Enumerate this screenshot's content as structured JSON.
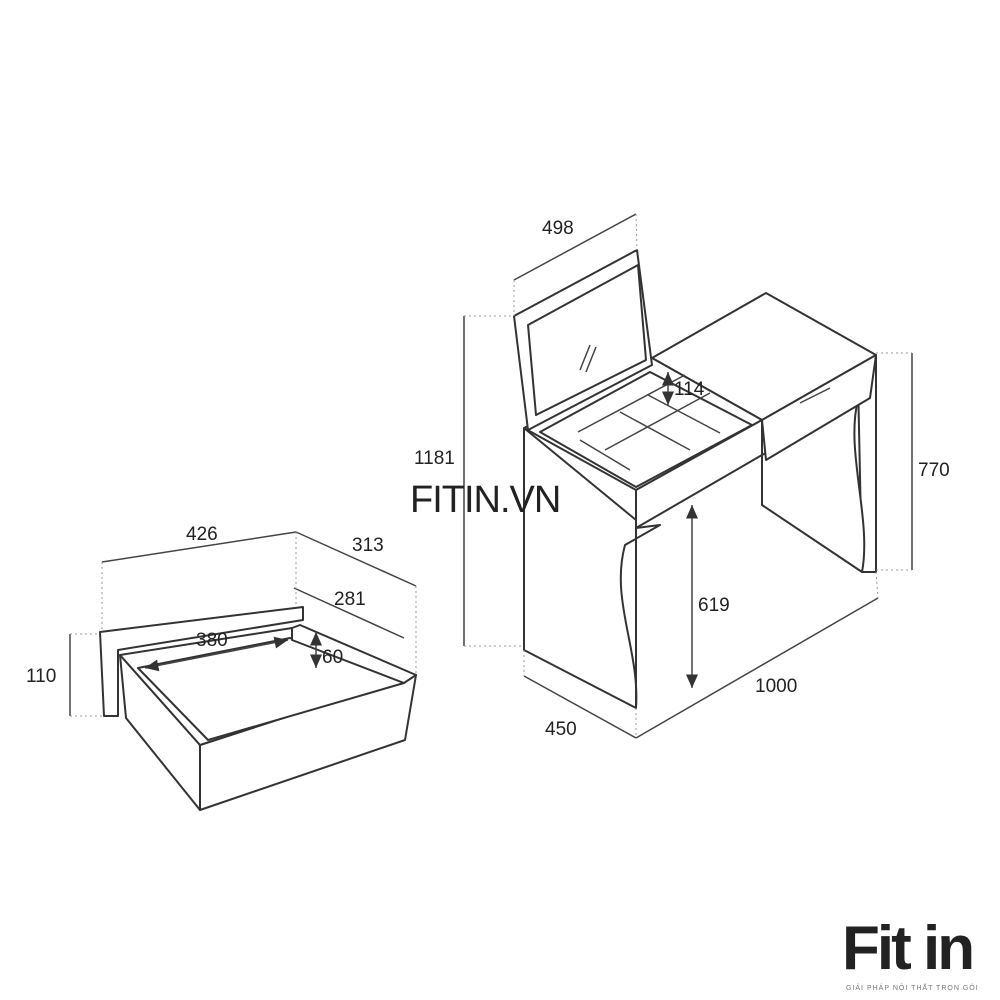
{
  "drawer_dimensions": {
    "width": "426",
    "depth": "313",
    "inner_depth": "281",
    "inner_width": "380",
    "inner_height": "60",
    "height": "110"
  },
  "table_dimensions": {
    "mirror_width": "498",
    "compartment_depth": "114",
    "total_height_open": "1181",
    "table_height": "770",
    "leg_clearance": "619",
    "length": "1000",
    "depth": "450"
  },
  "watermark": "FITIN.VN",
  "logo": {
    "name": "Fit in",
    "tagline": "GIẢI PHÁP NỘI THẤT TRỌN GÓI"
  }
}
